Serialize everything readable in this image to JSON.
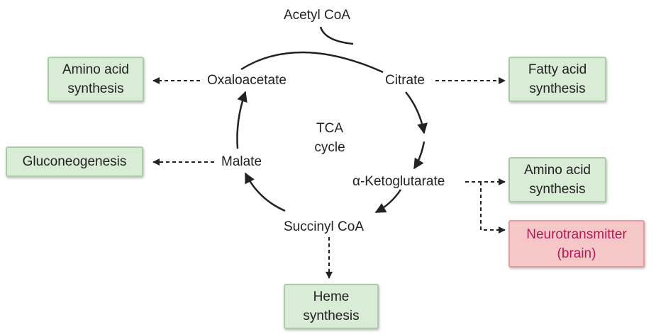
{
  "diagram": {
    "cycle_label": {
      "line1": "TCA",
      "line2": "cycle"
    },
    "intermediates": {
      "acetyl_coa": "Acetyl CoA",
      "citrate": "Citrate",
      "ketoglutarate": "α-Ketoglutarate",
      "succinyl_coa": "Succinyl CoA",
      "malate": "Malate",
      "oxaloacetate": "Oxaloacetate"
    },
    "products": {
      "amino_acid_left": {
        "line1": "Amino acid",
        "line2": "synthesis"
      },
      "gluconeogenesis": {
        "line1": "Gluconeogenesis"
      },
      "fatty_acid": {
        "line1": "Fatty acid",
        "line2": "synthesis"
      },
      "amino_acid_right": {
        "line1": "Amino acid",
        "line2": "synthesis"
      },
      "neurotransmitter": {
        "line1": "Neurotransmitter",
        "line2": "(brain)"
      },
      "heme": {
        "line1": "Heme",
        "line2": "synthesis"
      }
    },
    "colors": {
      "product_fill": "#d9ecd5",
      "product_border": "#a9cea3",
      "brain_fill": "#f6c7c7",
      "brain_border": "#e39a9a",
      "brain_text": "#b2185a",
      "arrow": "#222222"
    }
  }
}
